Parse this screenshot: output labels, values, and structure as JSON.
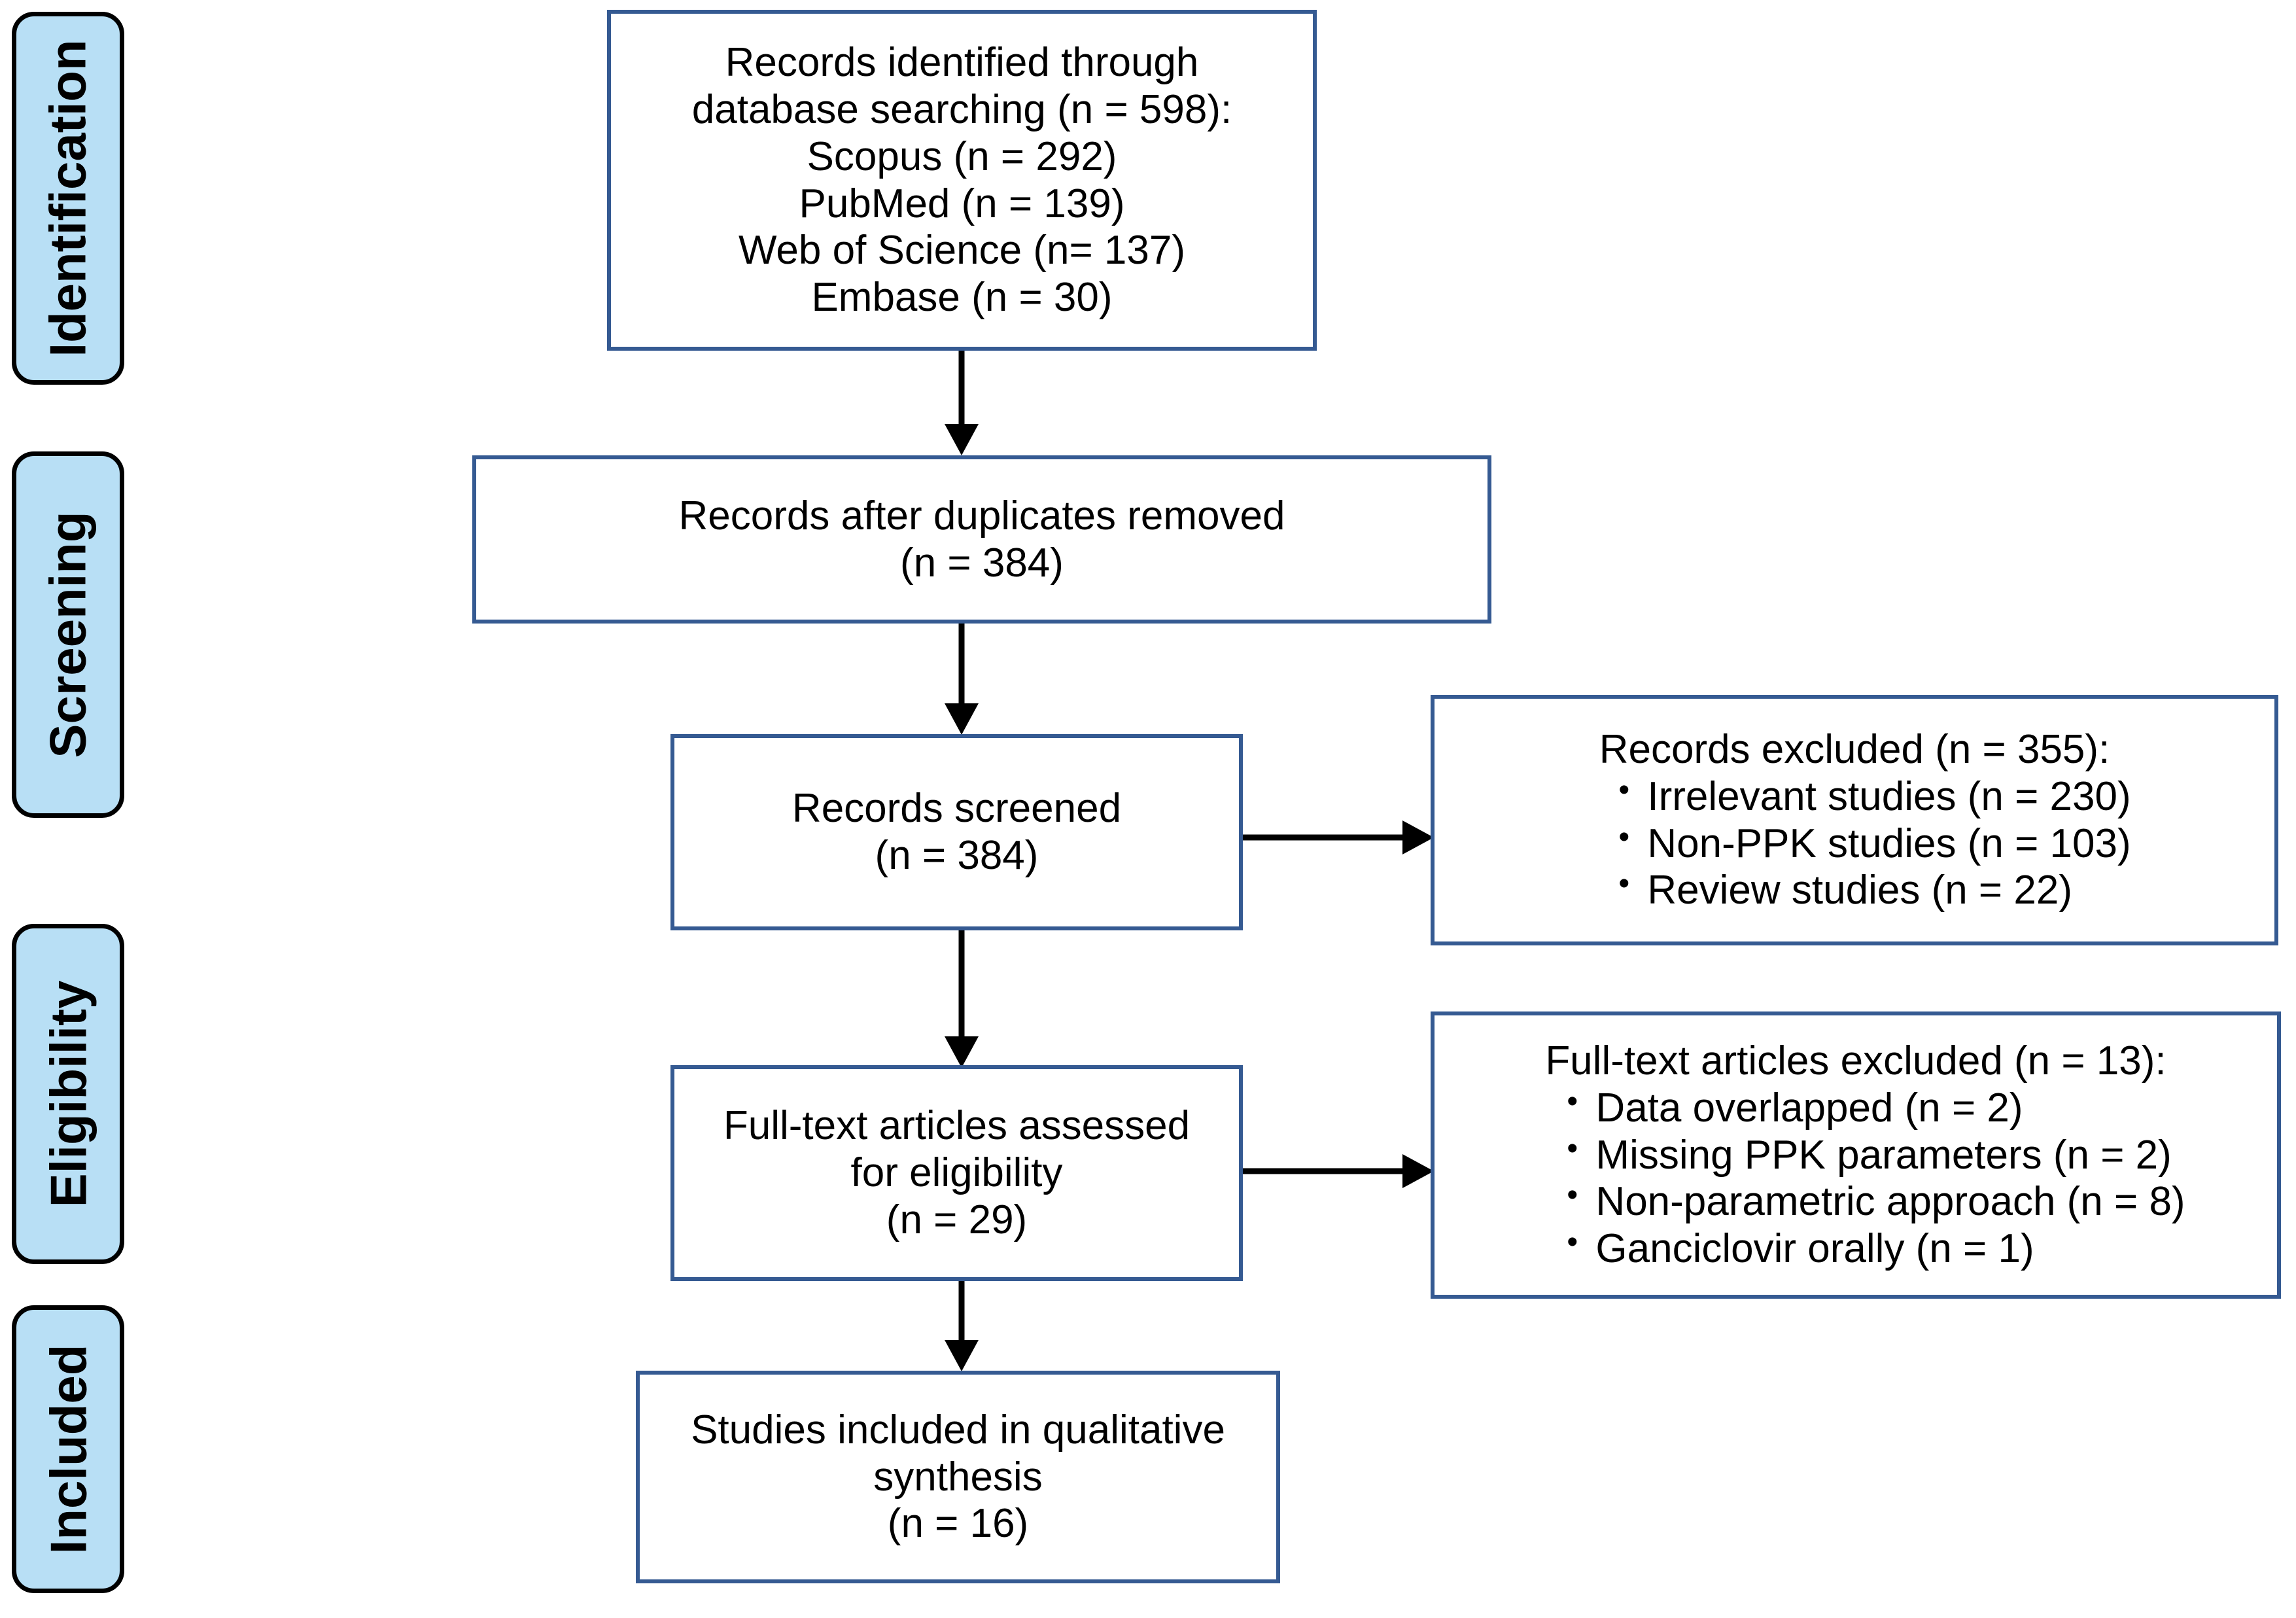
{
  "diagram": {
    "type": "PRISMA flow diagram",
    "accent_border_color": "#355a92",
    "stage_fill_color": "#b8dff5",
    "stage_border_color": "#000000",
    "arrow_color": "#000000"
  },
  "stages": [
    {
      "label": "Identification"
    },
    {
      "label": "Screening"
    },
    {
      "label": "Eligibility"
    },
    {
      "label": "Included"
    }
  ],
  "boxes": {
    "identified": {
      "lines": [
        "Records identified through",
        "database searching (n = 598):",
        "Scopus (n = 292)",
        "PubMed (n = 139)",
        "Web of Science (n= 137)",
        "Embase (n = 30)"
      ]
    },
    "after_duplicates": {
      "lines": [
        "Records after duplicates removed",
        "(n = 384)"
      ]
    },
    "screened": {
      "lines": [
        "Records screened",
        "(n = 384)"
      ]
    },
    "fulltext_assessed": {
      "lines": [
        "Full-text articles assessed",
        "for eligibility",
        "(n = 29)"
      ]
    },
    "included": {
      "lines": [
        "Studies included in qualitative",
        "synthesis",
        "(n = 16)"
      ]
    },
    "records_excluded": {
      "heading": "Records excluded (n = 355):",
      "items": [
        "Irrelevant studies (n = 230)",
        "Non-PPK studies (n = 103)",
        "Review studies (n = 22)"
      ]
    },
    "fulltext_excluded": {
      "heading": "Full-text articles excluded (n = 13):",
      "items": [
        "Data overlapped (n = 2)",
        "Missing PPK parameters (n = 2)",
        "Non-parametric approach (n = 8)",
        "Ganciclovir orally (n = 1)"
      ]
    }
  }
}
